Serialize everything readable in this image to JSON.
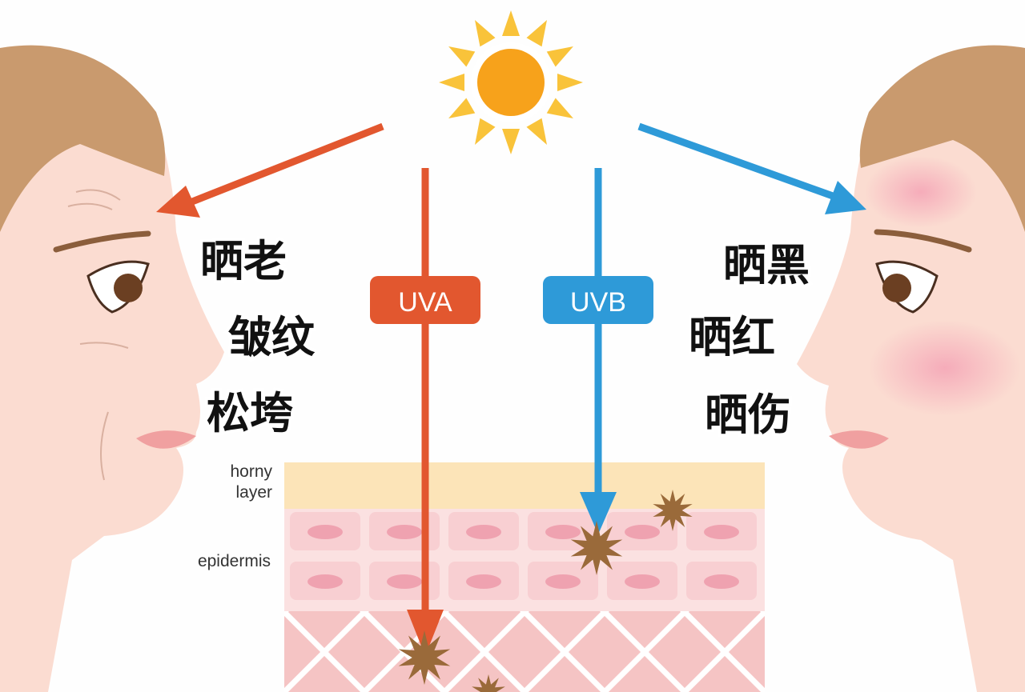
{
  "rays": {
    "uva": {
      "label": "UVA",
      "color": "#E2572F"
    },
    "uvb": {
      "label": "UVB",
      "color": "#2E9AD8"
    }
  },
  "uva_effects": [
    "晒老",
    "皱纹",
    "松垮"
  ],
  "uvb_effects": [
    "晒黑",
    "晒红",
    "晒伤"
  ],
  "skin_layers": {
    "horny": [
      "horny",
      "layer"
    ],
    "epidermis": "epidermis"
  },
  "colors": {
    "sun": "#F7A21B",
    "sun_rays": "#F9C33A",
    "hair": "#C99A6E",
    "skin": "#FBDCD1",
    "damage": "#9A6A3A"
  }
}
